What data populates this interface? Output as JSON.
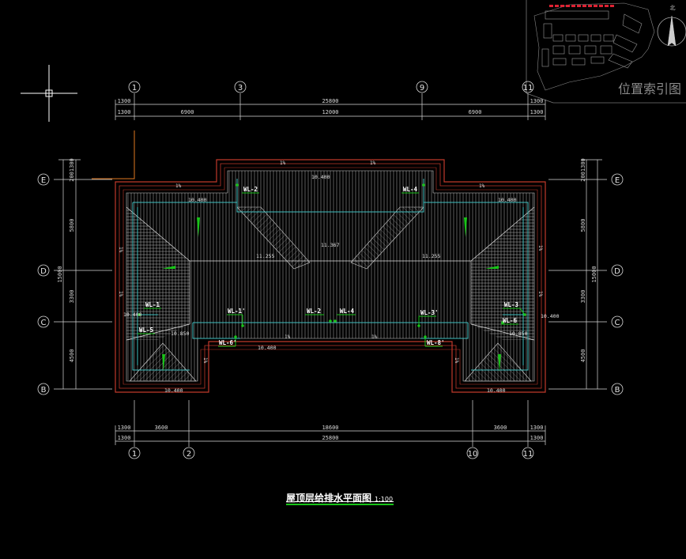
{
  "drawing": {
    "title": "屋顶层给排水平面图",
    "scale": "1:100"
  },
  "location_index": {
    "label": "位置索引图"
  },
  "axes": {
    "top": [
      "1",
      "3",
      "9",
      "11"
    ],
    "bottom": [
      "1",
      "2",
      "10",
      "11"
    ],
    "left": [
      "E",
      "D",
      "C",
      "B"
    ],
    "right": [
      "E",
      "D",
      "C",
      "B"
    ]
  },
  "dimensions": {
    "top_row1": [
      "1300",
      "25800",
      "1300"
    ],
    "top_row2": [
      "1300",
      "6900",
      "12000",
      "6900",
      "1300"
    ],
    "bottom_row1": [
      "1300",
      "3600",
      "18600",
      "3600",
      "1300"
    ],
    "bottom_row2": [
      "1300",
      "25800",
      "1300"
    ],
    "left_segments": [
      "2001300",
      "5800",
      "3300",
      "4500"
    ],
    "left_total": "15000",
    "right_segments": [
      "2001300",
      "5800",
      "3300",
      "4500"
    ],
    "right_total": "15000"
  },
  "elevations": {
    "upper_left": "10.400",
    "upper_right": "10.400",
    "center_top": "10.400",
    "ridge_center": "11.367",
    "ridge_left": "11.255",
    "ridge_right": "11.255",
    "left_mid": "10.400",
    "right_mid": "10.400",
    "left_lower": "10.850",
    "right_lower": "10.850",
    "bottom_center": "10.400",
    "bottom_left": "10.400",
    "bottom_right": "10.400"
  },
  "slopes": {
    "top_left": "1%",
    "top_right": "1%",
    "upper_left": "1%",
    "upper_right": "1%",
    "bottom_left": "1%",
    "bottom_right": "1%",
    "side_left_1": "1%",
    "side_left_2": "1%",
    "side_right_1": "1%",
    "side_right_2": "1%",
    "lower_left": "1%",
    "lower_right": "1%"
  },
  "pipes": {
    "wl2_top": "WL-2",
    "wl4_top": "WL-4",
    "wl1": "WL-1",
    "wl5": "WL-5",
    "wl1p": "WL-1'",
    "wl6p": "WL-6'",
    "wl2_mid": "WL-2",
    "wl4_mid": "WL-4",
    "wl3p": "WL-3'",
    "wl8p": "WL-8'",
    "wl3": "WL-3",
    "wl6": "WL-6"
  },
  "colors": {
    "background": "#000000",
    "wall": "#c0392b",
    "drain_pipe": "#3fbfbf",
    "tag": "#19c419",
    "dim_line": "#d8d8d8",
    "axis_text": "#e8e8e8",
    "ridge": "#ffffff"
  }
}
